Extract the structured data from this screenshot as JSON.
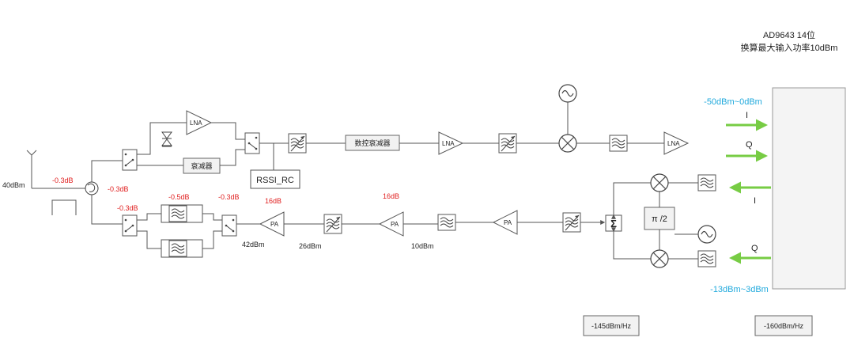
{
  "adc": {
    "title_line1": "AD9643 14位",
    "title_line2": "换算最大输入功率10dBm",
    "label_I_in": "I",
    "label_Q_in": "Q",
    "label_I_out": "I",
    "label_Q_out": "Q",
    "range_rx": "-50dBm~0dBm",
    "range_tx": "-13dBm~3dBm"
  },
  "rx_chain": {
    "antenna_power": "40dBm",
    "loss_antenna": "-0.3dB",
    "loss_circulator": "-0.3dB",
    "lna1": "LNA",
    "attenuator": "衰减器",
    "rssi": "RSSI_RC",
    "digital_attenuator": "数控衰减器",
    "lna2": "LNA",
    "lna3": "LNA"
  },
  "tx_chain": {
    "loss_switch1": "-0.3dB",
    "loss_filter": "-0.5dB",
    "loss_switch2": "-0.3dB",
    "gain_pa1": "16dB",
    "gain_pa2": "16dB",
    "pa1": "PA",
    "pa2": "PA",
    "pa3": "PA",
    "power_42": "42dBm",
    "power_26": "26dBm",
    "power_10": "10dBm",
    "sum_symbol": "Σ",
    "phase_shift": "π  /2"
  },
  "noise_floor": {
    "dac": "-145dBm/Hz",
    "adc": "-160dBm/Hz"
  },
  "colors": {
    "red_text": "#e02020",
    "blue_text": "#22aadd",
    "green_arrows": "#77cc44",
    "lines": "#555555"
  }
}
